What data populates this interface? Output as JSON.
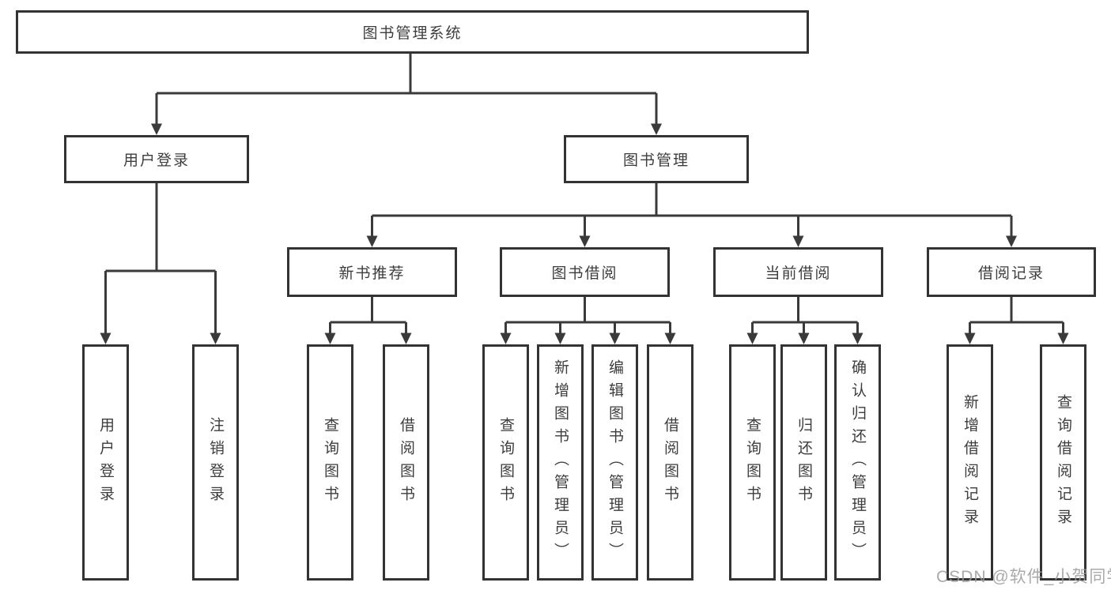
{
  "title": {
    "label": "图书管理系统"
  },
  "level1": [
    {
      "label": "用户登录"
    },
    {
      "label": "图书管理"
    }
  ],
  "level2": [
    {
      "label": "新书推荐"
    },
    {
      "label": "图书借阅"
    },
    {
      "label": "当前借阅"
    },
    {
      "label": "借阅记录"
    }
  ],
  "leaves": [
    {
      "label": "用户登录"
    },
    {
      "label": "注销登录"
    },
    {
      "label": "查询图书"
    },
    {
      "label": "借阅图书"
    },
    {
      "label": "查询图书"
    },
    {
      "label": "新增图书（管理员）"
    },
    {
      "label": "编辑图书（管理员）"
    },
    {
      "label": "借阅图书"
    },
    {
      "label": "查询图书"
    },
    {
      "label": "归还图书"
    },
    {
      "label": "确认归还（管理员）"
    },
    {
      "label": "新增借阅记录"
    },
    {
      "label": "查询借阅记录"
    }
  ],
  "watermark": {
    "text": "CSDN @软件_小贺同学",
    "color": "#9b9b9b"
  },
  "colors": {
    "line": "#3a3a3a",
    "box_border": "#333333",
    "text": "#3d3d3d",
    "background": "#ffffff"
  }
}
